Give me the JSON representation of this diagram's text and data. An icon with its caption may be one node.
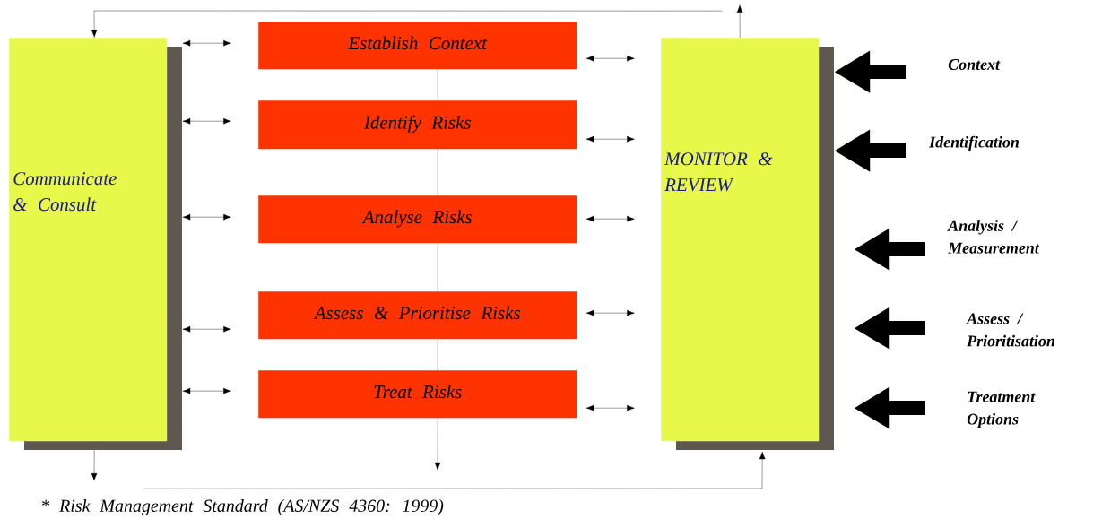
{
  "diagram": {
    "nodes": [
      {
        "text": [
          "Communicate & Consult"
        ]
      },
      {
        "text": [
          "Establish Context"
        ]
      },
      {
        "text": [
          "Identify Risks"
        ]
      },
      {
        "text": [
          "Analyse Risks"
        ]
      },
      {
        "text": [
          "Assess & Prioritise Risks"
        ]
      },
      {
        "text": [
          "Treat Risks"
        ]
      },
      {
        "text": [
          "MONITOR & REVIEW"
        ]
      },
      {
        "text": [
          "Context"
        ]
      },
      {
        "text": [
          "Identification"
        ]
      },
      {
        "text": [
          "Analysis / Measurement"
        ]
      },
      {
        "text": [
          "Assess / Prioritisation"
        ]
      },
      {
        "text": [
          "Treatment Options"
        ]
      }
    ],
    "edges": [
      {
        "from": 0,
        "to": 1,
        "arrow": "both"
      },
      {
        "from": 0,
        "to": 2,
        "arrow": "both"
      },
      {
        "from": 0,
        "to": 3,
        "arrow": "both"
      },
      {
        "from": 0,
        "to": 4,
        "arrow": "both"
      },
      {
        "from": 0,
        "to": 5,
        "arrow": "both"
      },
      {
        "from": 1,
        "to": 6,
        "arrow": "both"
      },
      {
        "from": 2,
        "to": 6,
        "arrow": "both"
      },
      {
        "from": 3,
        "to": 6,
        "arrow": "both"
      },
      {
        "from": 4,
        "to": 6,
        "arrow": "both"
      },
      {
        "from": 5,
        "to": 6,
        "arrow": "both"
      },
      {
        "from": 1,
        "to": 2,
        "arrow": "none"
      },
      {
        "from": 2,
        "to": 3,
        "arrow": "none"
      },
      {
        "from": 3,
        "to": 4,
        "arrow": "none"
      },
      {
        "from": 4,
        "to": 5,
        "arrow": "none"
      },
      {
        "from": 5,
        "to": null,
        "arrow": "to"
      },
      {
        "from": 6,
        "to": null,
        "arrow": "to"
      },
      {
        "from": 6,
        "to": 0,
        "arrow": "to"
      },
      {
        "from": 0,
        "to": null,
        "arrow": "to"
      },
      {
        "from": 0,
        "to": 6,
        "arrow": "to"
      },
      {
        "from": 7,
        "to": 6,
        "arrow": "to",
        "style": "thick"
      },
      {
        "from": 8,
        "to": 6,
        "arrow": "to",
        "style": "thick"
      },
      {
        "from": 9,
        "to": 6,
        "arrow": "to",
        "style": "thick"
      },
      {
        "from": 10,
        "to": 6,
        "arrow": "to",
        "style": "thick"
      },
      {
        "from": 11,
        "to": 6,
        "arrow": "to",
        "style": "thick"
      }
    ],
    "labels": [
      "* Risk Management Standard (AS/NZS 4360: 1999)"
    ]
  }
}
